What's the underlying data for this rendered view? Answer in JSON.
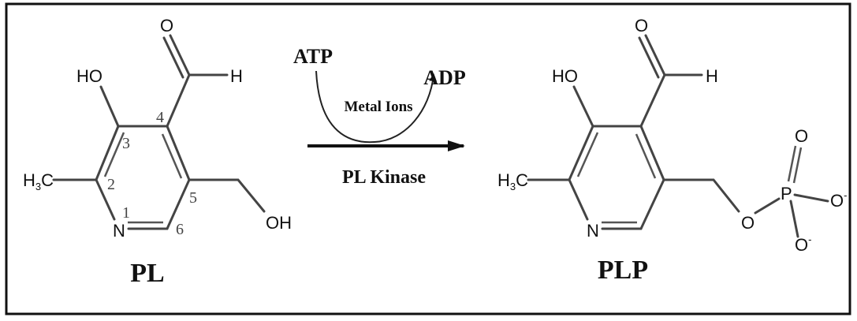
{
  "reactant": {
    "name": "PL",
    "atoms": {
      "o_aldehyde": "O",
      "h_aldehyde": "H",
      "ho": "HO",
      "methyl": "H",
      "methyl_sub": "3",
      "methyl_c": "C",
      "n": "N",
      "oh": "OH"
    },
    "ring_numbers": [
      "1",
      "2",
      "3",
      "4",
      "5",
      "6"
    ]
  },
  "product": {
    "name": "PLP",
    "atoms": {
      "o_aldehyde": "O",
      "h_aldehyde": "H",
      "ho": "HO",
      "methyl": "H",
      "methyl_sub": "3",
      "methyl_c": "C",
      "n": "N",
      "o_ester": "O",
      "p": "P",
      "o_double": "O",
      "o_minus_1": "O",
      "o_minus_2": "O",
      "charge": "-"
    }
  },
  "reaction": {
    "cosubstrate": "ATP",
    "coproduct": "ADP",
    "cofactor": "Metal Ions",
    "enzyme": "PL Kinase"
  }
}
